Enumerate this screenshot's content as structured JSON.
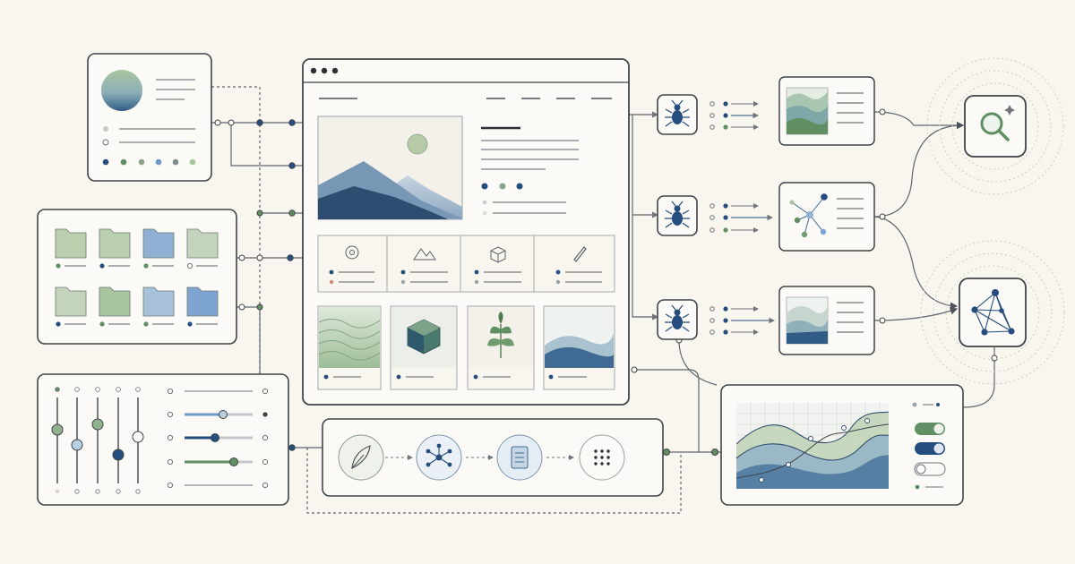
{
  "colors": {
    "background": "#f8f6ef",
    "card_fill": "#fbfaf6",
    "outline": "#3f4448",
    "line": "#6f747a",
    "navy": "#254e7e",
    "blue": "#6f99c5",
    "green": "#5f8f63",
    "light_green": "#a8c5a0",
    "mist": "#b8c9d6",
    "dot_grey": "#9aa1a8"
  },
  "icons": {
    "browser": "browser-window-icon",
    "crawler": "bug-crawler-icon",
    "search": "magnifier-sparkle-icon",
    "graph": "network-graph-icon",
    "pipeline": [
      "feather-icon",
      "hub-icon",
      "document-icon",
      "dot-grid-icon"
    ],
    "feature_cards": [
      "target-icon",
      "mountains-icon",
      "cube-icon",
      "pen-icon"
    ]
  },
  "controls": {
    "toggles": [
      "on-green",
      "on-navy",
      "off",
      "off-small"
    ]
  }
}
